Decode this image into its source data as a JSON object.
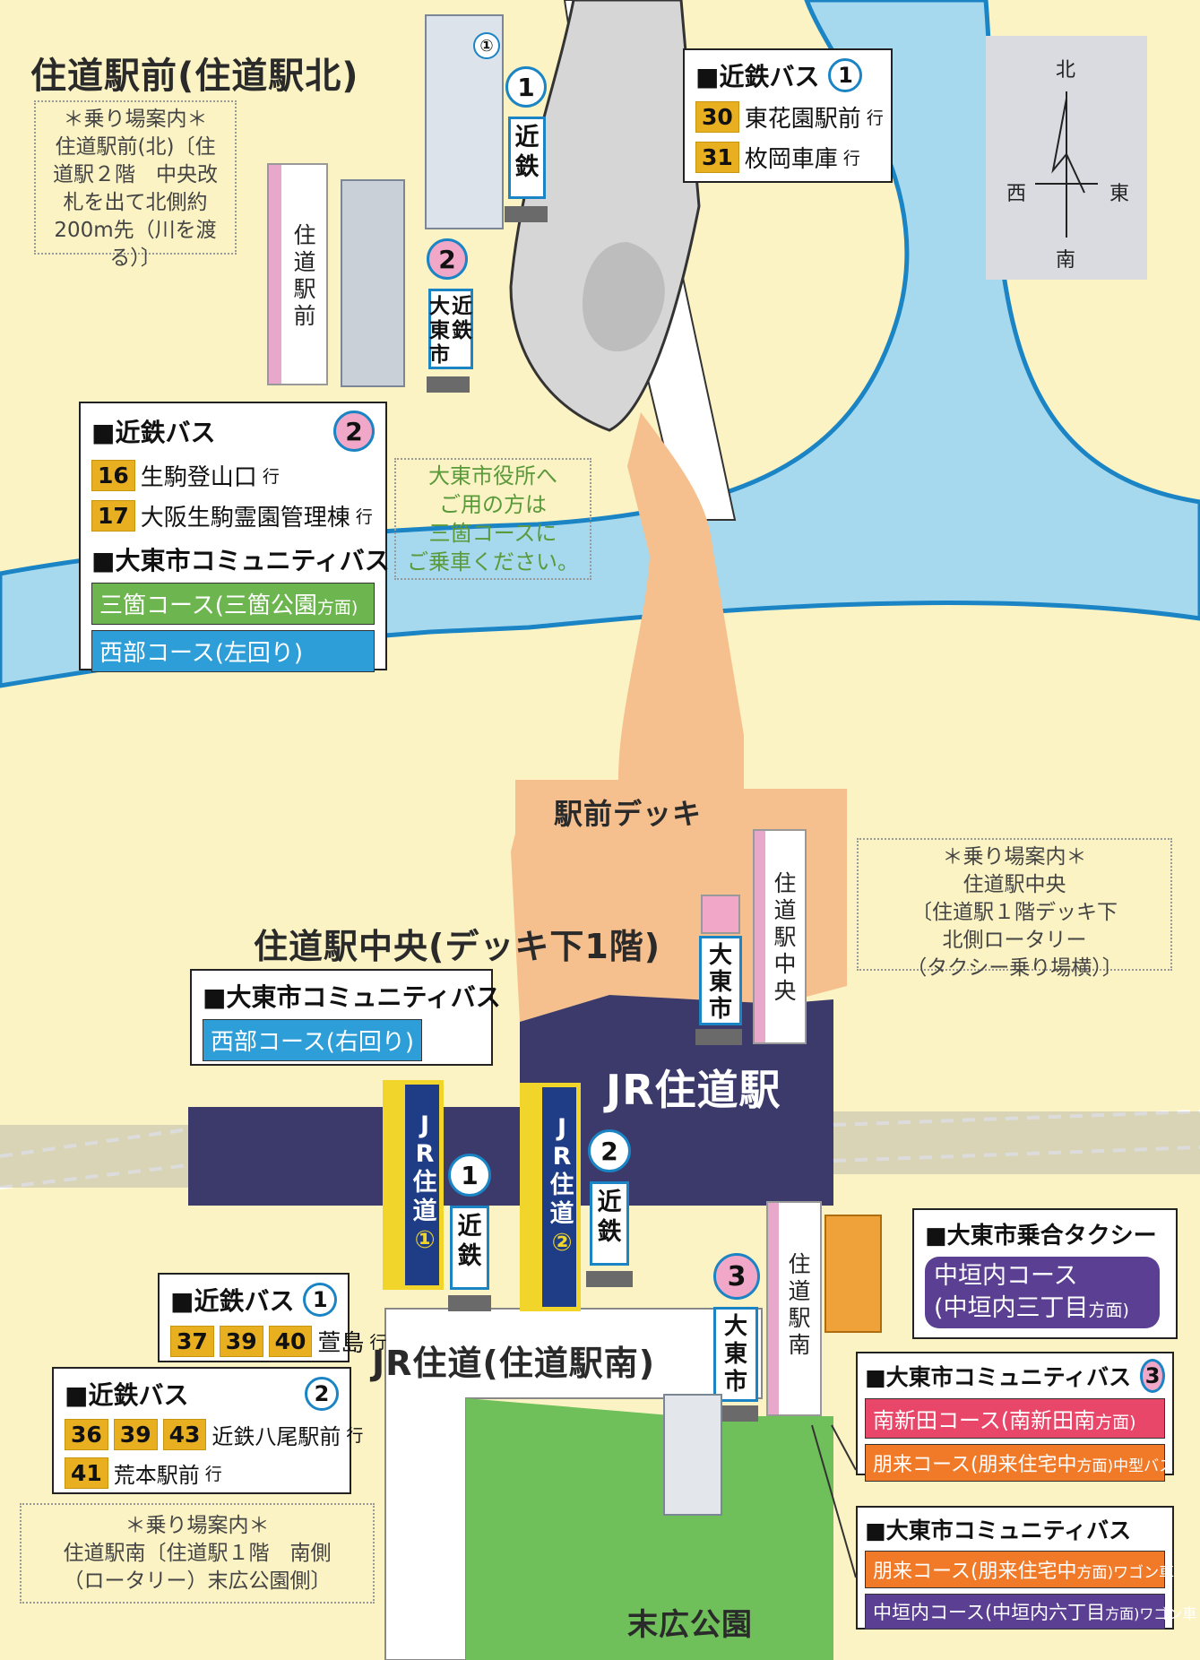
{
  "titles": {
    "north": "住道駅前(住道駅北)",
    "central": "住道駅中央(デッキ下1階)",
    "south": "JR住道(住道駅南)",
    "deck": "駅前デッキ",
    "jr_station": "JR住道駅",
    "park": "末広公園"
  },
  "compass": {
    "north": "北",
    "south": "南",
    "east": "東",
    "west": "西"
  },
  "guide_north": {
    "heading": "＊乗り場案内＊",
    "lines": [
      "住道駅前(北)〔住",
      "道駅２階　中央改",
      "札を出て北側約",
      "200m先（川を渡",
      "る）〕"
    ]
  },
  "guide_central": {
    "heading": "＊乗り場案内＊",
    "lines": [
      "住道駅中央",
      "〔住道駅１階デッキ下",
      "北側ロータリー",
      "（タクシー乗り場横）〕"
    ]
  },
  "guide_south": {
    "heading": "＊乗り場案内＊",
    "lines": [
      "住道駅南〔住道駅１階　南側",
      "（ロータリー）末広公園側〕"
    ]
  },
  "daito_note": {
    "lines": [
      "大東市役所へ",
      "ご用の方は",
      "三箇コースに",
      "ご乗車ください。"
    ]
  },
  "panel_n1": {
    "header": "■近鉄バス",
    "badge": "1",
    "rows": [
      {
        "nums": [
          "30"
        ],
        "dest": "東花園駅前",
        "suffix": "行"
      },
      {
        "nums": [
          "31"
        ],
        "dest": "枚岡車庫",
        "suffix": "行"
      }
    ]
  },
  "panel_n2": {
    "header": "■近鉄バス",
    "badge": "2",
    "rows": [
      {
        "nums": [
          "16"
        ],
        "dest": "生駒登山口",
        "suffix": "行"
      },
      {
        "nums": [
          "17"
        ],
        "dest": "大阪生駒霊園管理棟",
        "suffix": "行"
      }
    ],
    "header2": "■大東市コミュニティバス",
    "route1": {
      "label": "三箇コース(三箇公園",
      "small": "方面)",
      "color": "#6db64f"
    },
    "route2": {
      "label": "西部コース(左回り)",
      "color": "#2d9ed8"
    }
  },
  "panel_c": {
    "header": "■大東市コミュニティバス",
    "route": {
      "label": "西部コース(右回り)",
      "color": "#2d9ed8"
    }
  },
  "panel_s1": {
    "header": "■近鉄バス",
    "badge": "1",
    "nums": [
      "37",
      "39",
      "40"
    ],
    "dest": "萱島",
    "suffix": "行"
  },
  "panel_s2": {
    "header": "■近鉄バス",
    "badge": "2",
    "rows": [
      {
        "nums": [
          "36",
          "39",
          "43"
        ],
        "dest": "近鉄八尾駅前",
        "suffix": "行"
      },
      {
        "nums": [
          "41"
        ],
        "dest": "荒本駅前",
        "suffix": "行"
      }
    ]
  },
  "panel_taxi": {
    "header": "■大東市乗合タクシー",
    "line1": "中垣内コース",
    "line2": "(中垣内三丁目",
    "line2_small": "方面)",
    "color": "#5a3f92"
  },
  "panel_s3": {
    "header": "■大東市コミュニティバス",
    "badge": "3",
    "route1": {
      "label": "南新田コース(南新田南",
      "small": "方面)",
      "color": "#e8476a"
    },
    "route2": {
      "label": "朋来コース(朋来住宅中",
      "small": "方面)中型バス",
      "color": "#f07a28"
    }
  },
  "panel_s4": {
    "header": "■大東市コミュニティバス",
    "route1": {
      "label": "朋来コース(朋来住宅中",
      "small": "方面)ワゴン車",
      "color": "#f07a28"
    },
    "route2": {
      "label": "中垣内コース(中垣内六丁目",
      "small": "方面)ワゴン車",
      "color": "#5a3f92"
    }
  },
  "stops": {
    "n1": {
      "badge": "1",
      "label": [
        "近",
        "鉄"
      ]
    },
    "n2": {
      "badge": "2",
      "label_a": [
        "近",
        "鉄"
      ],
      "label_b": [
        "大",
        "東",
        "市"
      ]
    },
    "c": {
      "label": [
        "大",
        "東",
        "市"
      ]
    },
    "s1": {
      "badge": "1",
      "label": [
        "近",
        "鉄"
      ]
    },
    "s2": {
      "badge": "2",
      "label": [
        "近",
        "鉄"
      ]
    },
    "s3": {
      "badge": "3",
      "label": [
        "大",
        "東",
        "市"
      ]
    }
  },
  "poles": {
    "north": [
      "住",
      "道",
      "駅",
      "前"
    ],
    "central": [
      "住",
      "道",
      "駅",
      "中",
      "央"
    ],
    "south": [
      "住",
      "道",
      "駅",
      "南"
    ],
    "jr1": [
      "J",
      "R",
      "住",
      "道",
      "①"
    ],
    "jr2": [
      "J",
      "R",
      "住",
      "道",
      "②"
    ],
    "photo_n1_num": "①"
  },
  "colors": {
    "land": "#fbf3c4",
    "river": "#a6d8ee",
    "river_edge": "#1b84c4",
    "deck": "#f5c08e",
    "station": "#3b3a6b",
    "park": "#6fbf5a",
    "road": "#ffffff"
  }
}
